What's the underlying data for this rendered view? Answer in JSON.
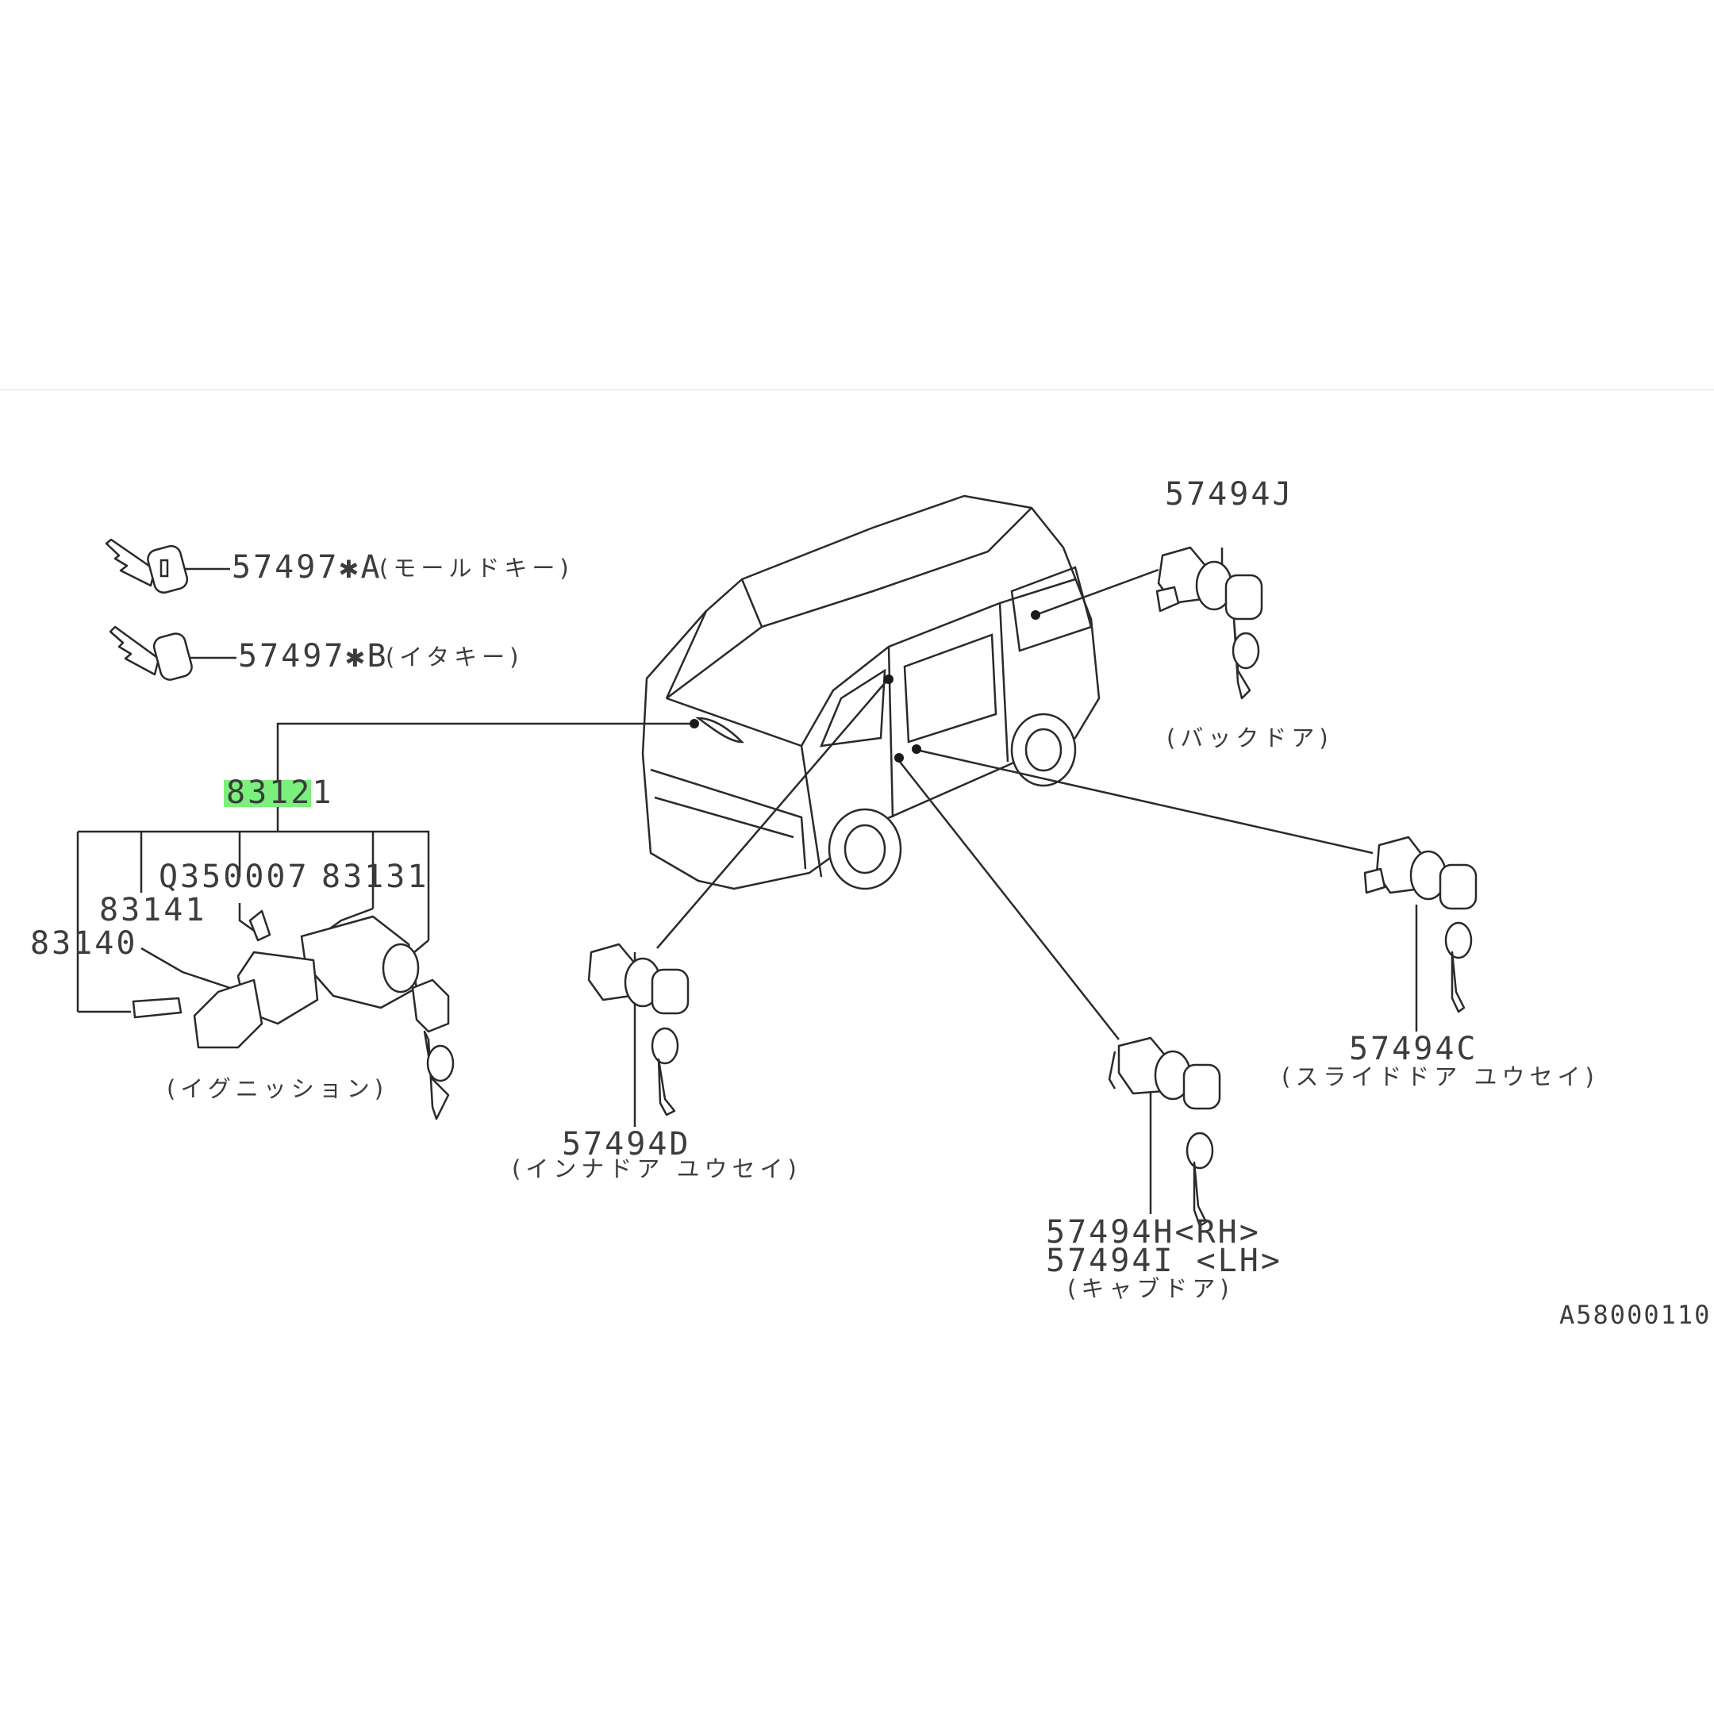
{
  "diagram_code": "A58000110",
  "highlight_color": "#7cf07c",
  "callouts": {
    "key_master": {
      "part_no": "57497✱A",
      "desc": "(モールドキー)"
    },
    "key_sub": {
      "part_no": "57497✱B",
      "desc": "(イタキー)"
    },
    "ignition_assembly": "83121",
    "bolt": "Q350007",
    "ignition_switch": "83131",
    "lock_body": "83141",
    "screw": "83140",
    "ignition_caption": "(イグニッション)",
    "back_door": {
      "part_no": "57494J",
      "desc": "(バックドア)"
    },
    "slide_door": {
      "part_no": "57494C",
      "desc": "(スライドドア ユウセイ)"
    },
    "inner_door": {
      "part_no": "57494D",
      "desc": "(インナドア ユウセイ)"
    },
    "cab_door_rh": "57494H<RH>",
    "cab_door_lh": "57494I <LH>",
    "cab_door_desc": "(キャブドア)"
  }
}
